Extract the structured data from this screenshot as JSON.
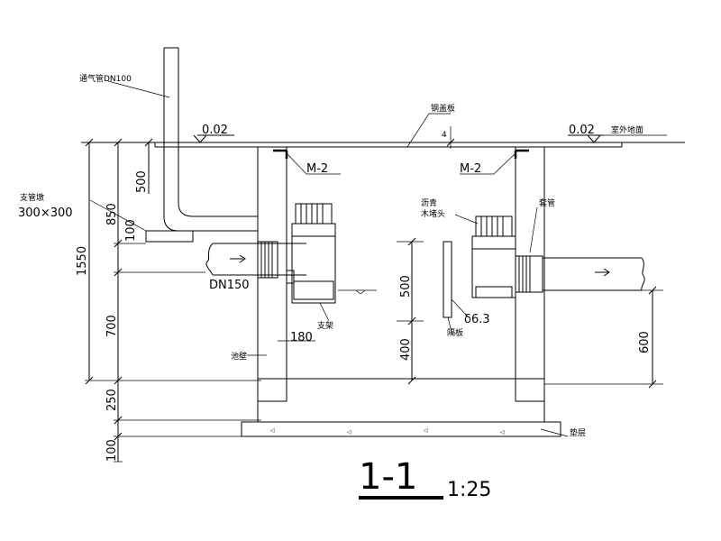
{
  "labels": {
    "vent_pipe": "通气管DN100",
    "cover_plate": "钢盖板",
    "ground_elev_left": "0.02",
    "ground_elev_right": "0.02",
    "outdoor_ground": "室外地面",
    "plate_thk": "4",
    "embed_left": "M-2",
    "embed_right": "M-2",
    "pipe_pier": "支管墩",
    "pier_size": "300×300",
    "inlet_pipe": "DN150",
    "asphalt_joint_1": "沥青",
    "asphalt_joint_2": "木堵头",
    "casing": "套管",
    "baffle_thk": "δ6.3",
    "baffle": "隔板",
    "support": "支架",
    "pool_wall": "池壁",
    "wall_thk": "180",
    "cushion": "垫层",
    "section_title": "1-1",
    "scale": "1:25"
  },
  "dims_left": {
    "d500": "500",
    "d850": "850",
    "d100a": "100",
    "d1550": "1550",
    "d700": "700",
    "d250": "250",
    "d100b": "100"
  },
  "dims_inner": {
    "d500": "500",
    "d400": "400"
  },
  "dims_right": {
    "d600": "600"
  }
}
